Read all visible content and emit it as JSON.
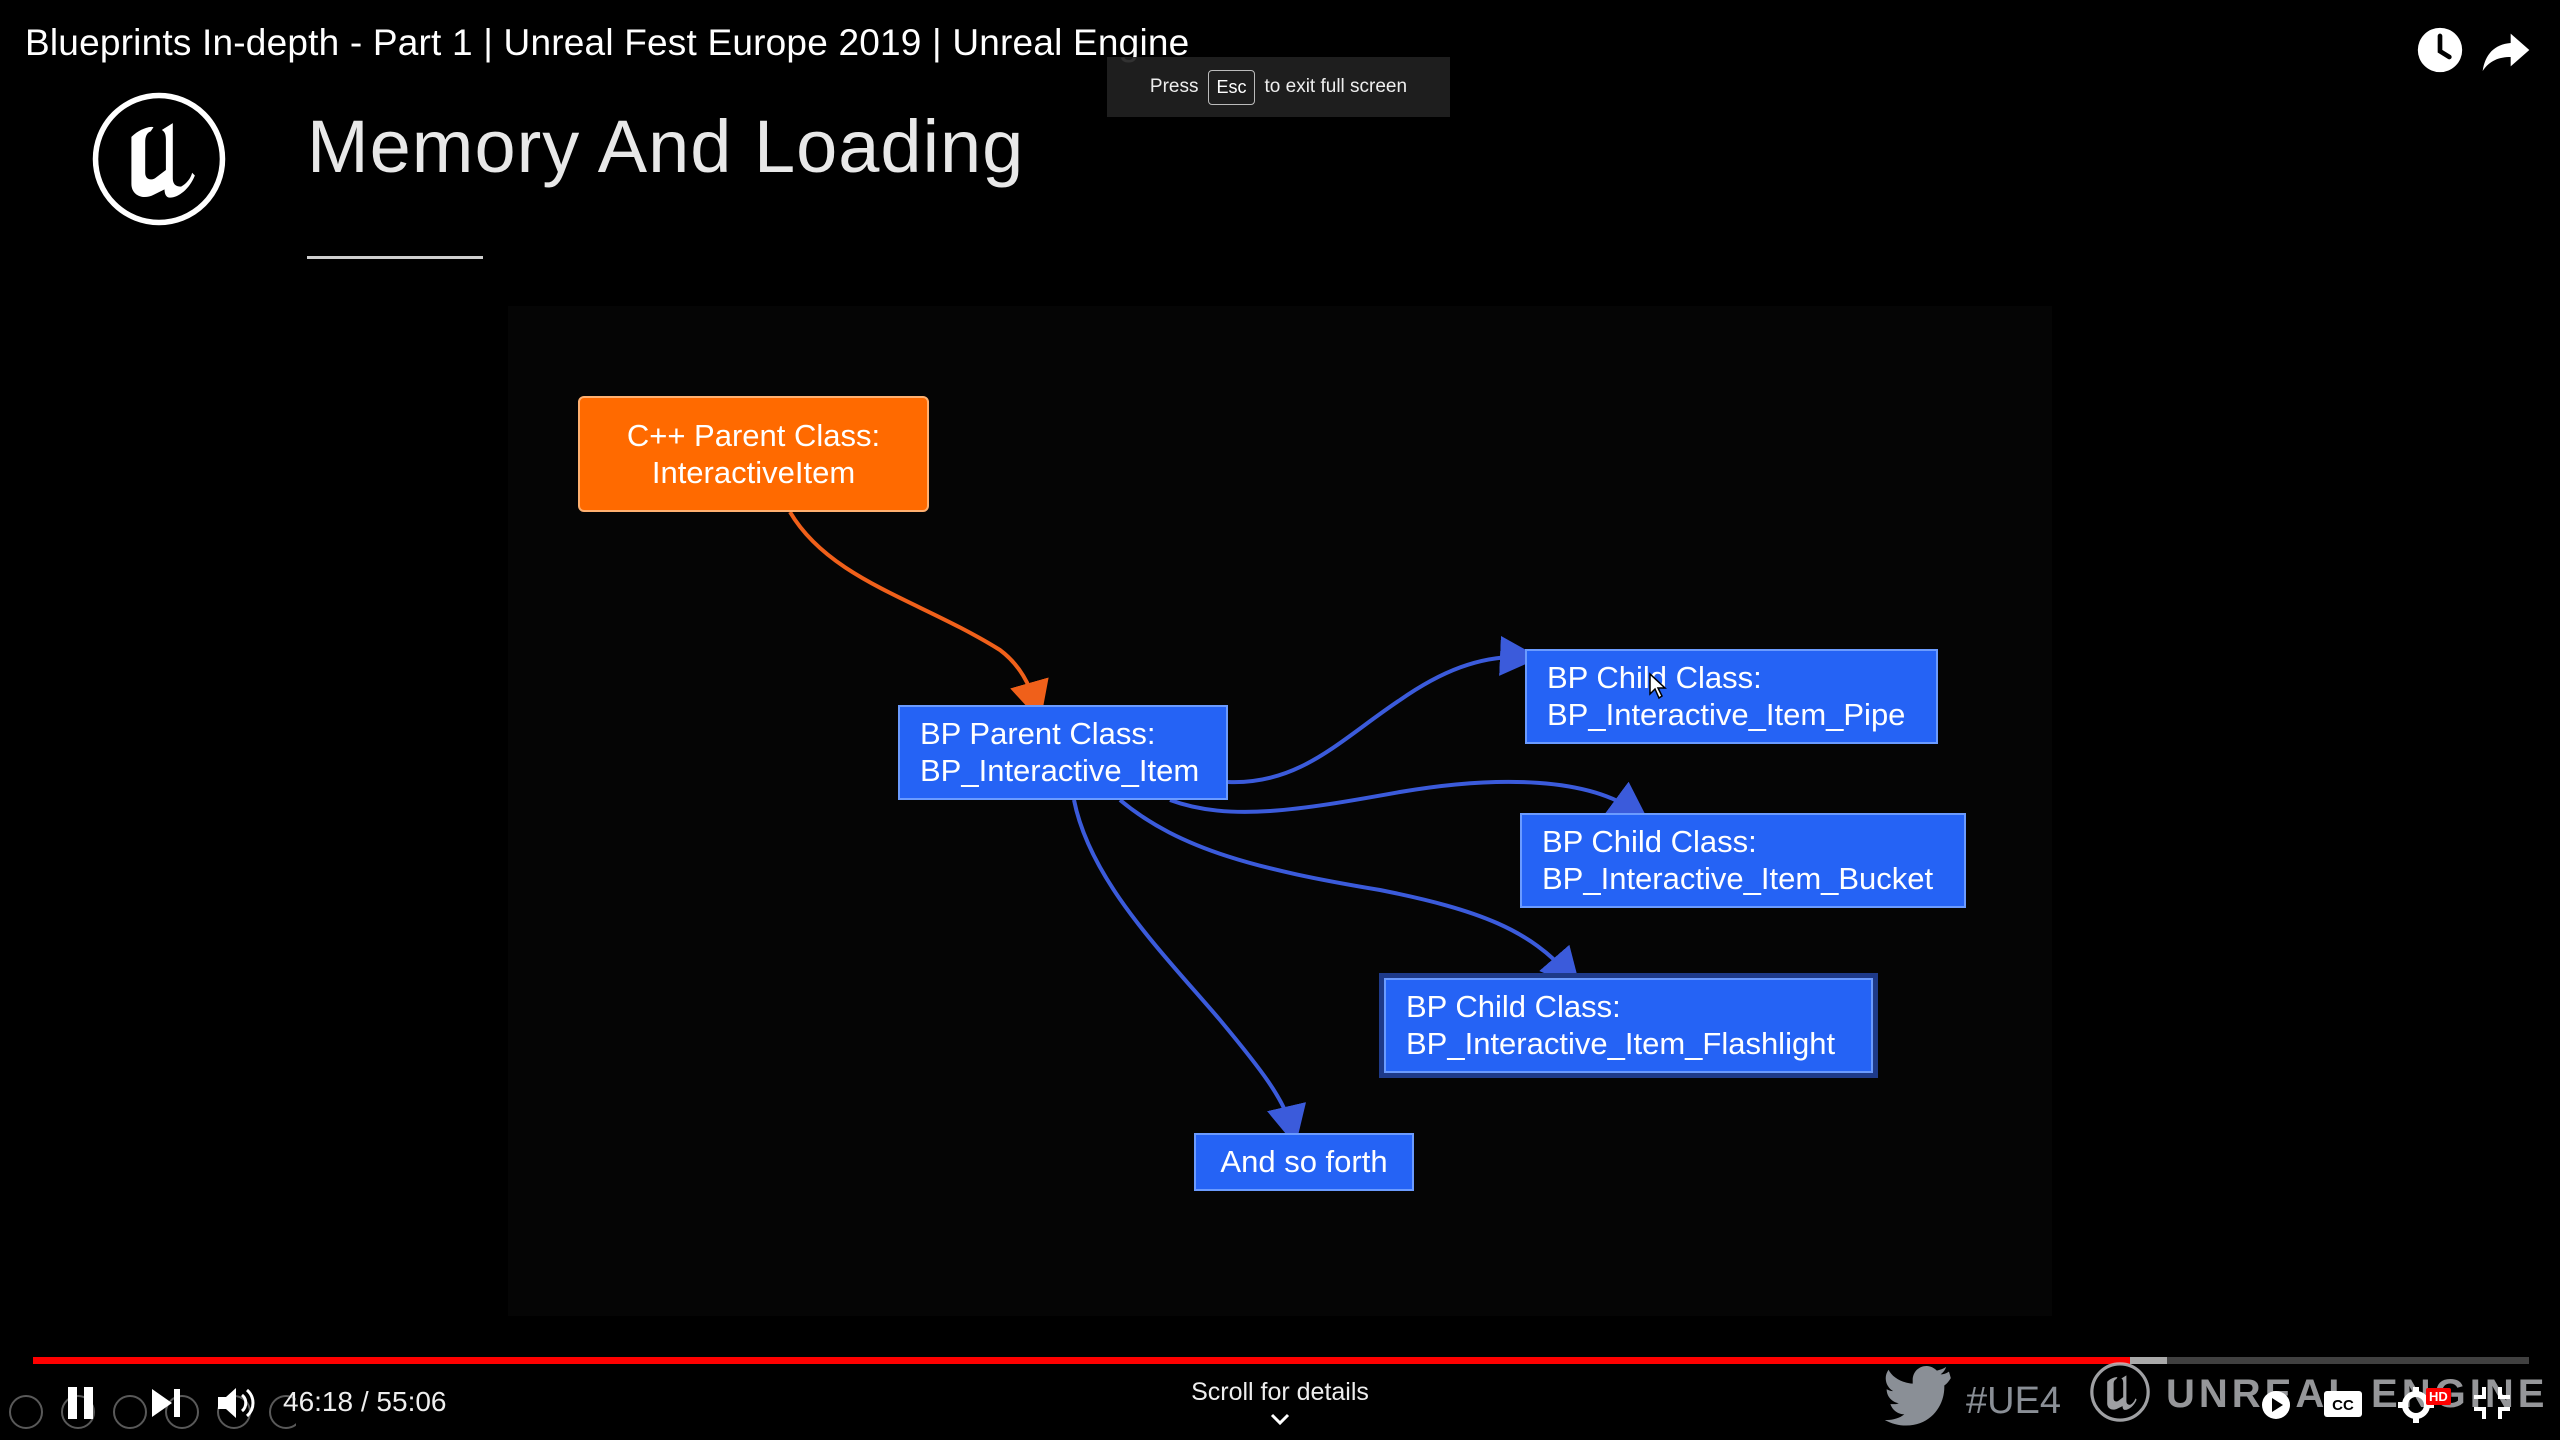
{
  "video": {
    "title": "Blueprints In-depth - Part 1 | Unreal Fest Europe 2019 | Unreal Engine"
  },
  "fullscreen_toast": {
    "before": "Press",
    "key": "Esc",
    "after": "to exit full screen"
  },
  "slide": {
    "title": "Memory And Loading"
  },
  "diagram": {
    "nodes": {
      "cpp_parent": {
        "line1": "C++ Parent Class:",
        "line2": "InteractiveItem",
        "color": "#ff6a00"
      },
      "bp_parent": {
        "line1": "BP Parent Class:",
        "line2": "BP_Interactive_Item",
        "color": "#2563f5"
      },
      "child_pipe": {
        "line1": "BP Child Class:",
        "line2": "BP_Interactive_Item_Pipe"
      },
      "child_bucket": {
        "line1": "BP Child Class:",
        "line2": "BP_Interactive_Item_Bucket"
      },
      "child_flashlight": {
        "line1": "BP Child Class:",
        "line2": "BP_Interactive_Item_Flashlight"
      },
      "and_so_forth": {
        "label": "And so forth"
      }
    },
    "edge_colors": {
      "inheritance_cpp": "#f0601a",
      "inheritance_bp": "#3b5bdb"
    }
  },
  "player": {
    "current_time": "46:18",
    "duration": "55:06",
    "time_text": "46:18 / 55:06",
    "played_fraction": 0.84,
    "buffered_fraction": 0.855,
    "scroll_hint": "Scroll for details",
    "hd_badge": "HD",
    "progress_color": "#ff0000"
  },
  "watermark": {
    "hashtag": "#UE4",
    "brand": "UNREAL ENGINE"
  },
  "icons": {
    "watch_later": "clock-icon",
    "share": "share-arrow-icon",
    "play_pause": "pause-icon",
    "next": "next-icon",
    "volume": "volume-icon",
    "miniplayer": "miniplayer-icon",
    "captions": "cc-icon",
    "settings": "gear-icon",
    "exit_fullscreen": "exit-fullscreen-icon"
  }
}
